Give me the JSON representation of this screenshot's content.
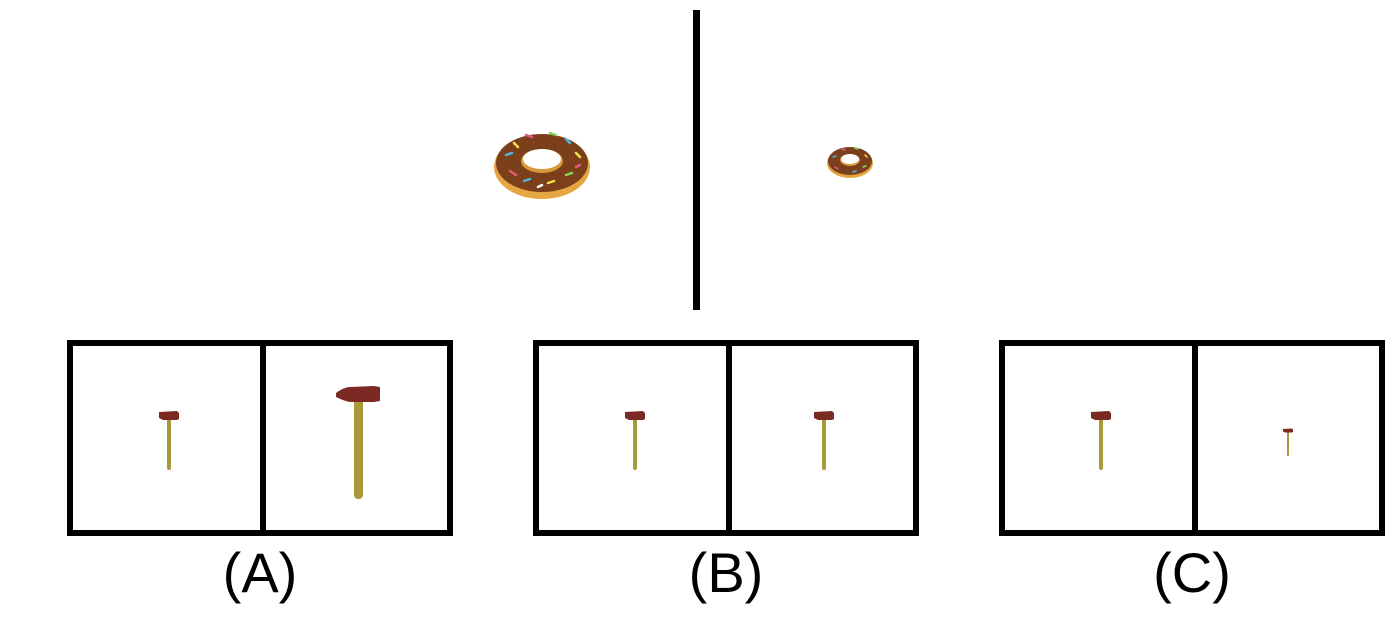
{
  "options": [
    {
      "id": "A",
      "label": "(A)"
    },
    {
      "id": "B",
      "label": "(B)"
    },
    {
      "id": "C",
      "label": "(C)"
    }
  ],
  "colors": {
    "hammer_head": "#7a2a22",
    "hammer_handle": "#a89a3a",
    "donut_dough": "#e3a640",
    "donut_icing": "#7b3f1c",
    "frame": "#000000"
  },
  "icons": [
    "donut-icon",
    "hammer-icon"
  ]
}
